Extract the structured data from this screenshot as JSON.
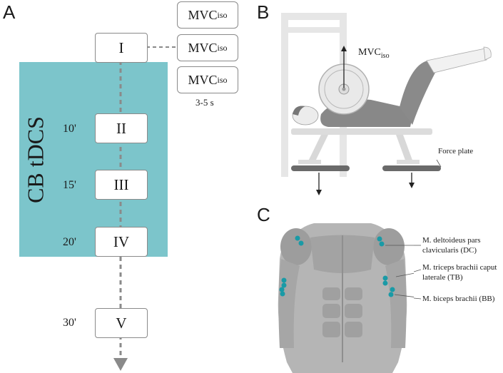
{
  "panels": {
    "a": "A",
    "b": "B",
    "c": "C"
  },
  "panelA": {
    "tdcs_label": "CB tDCS",
    "stages": [
      {
        "roman": "I",
        "time": ""
      },
      {
        "roman": "II",
        "time": "10'"
      },
      {
        "roman": "III",
        "time": "15'"
      },
      {
        "roman": "IV",
        "time": "20'"
      },
      {
        "roman": "V",
        "time": "30'"
      }
    ],
    "mvc_base": "MVC",
    "mvc_sub": "iso",
    "duration": "3-5 s"
  },
  "panelB": {
    "mvc_base": "MVC",
    "mvc_sub": "iso",
    "force_plate": "Force plate"
  },
  "panelC": {
    "muscles": [
      {
        "line1": "M. deltoideus pars",
        "line2": "clavicularis (DC)"
      },
      {
        "line1": "M. triceps brachii caput",
        "line2": "laterale (TB)"
      },
      {
        "line1": "M. biceps brachii (BB)",
        "line2": ""
      }
    ]
  },
  "colors": {
    "teal": "#7cc5cb",
    "electrode": "#1a9aa6",
    "gray": "#8a8a8a"
  }
}
